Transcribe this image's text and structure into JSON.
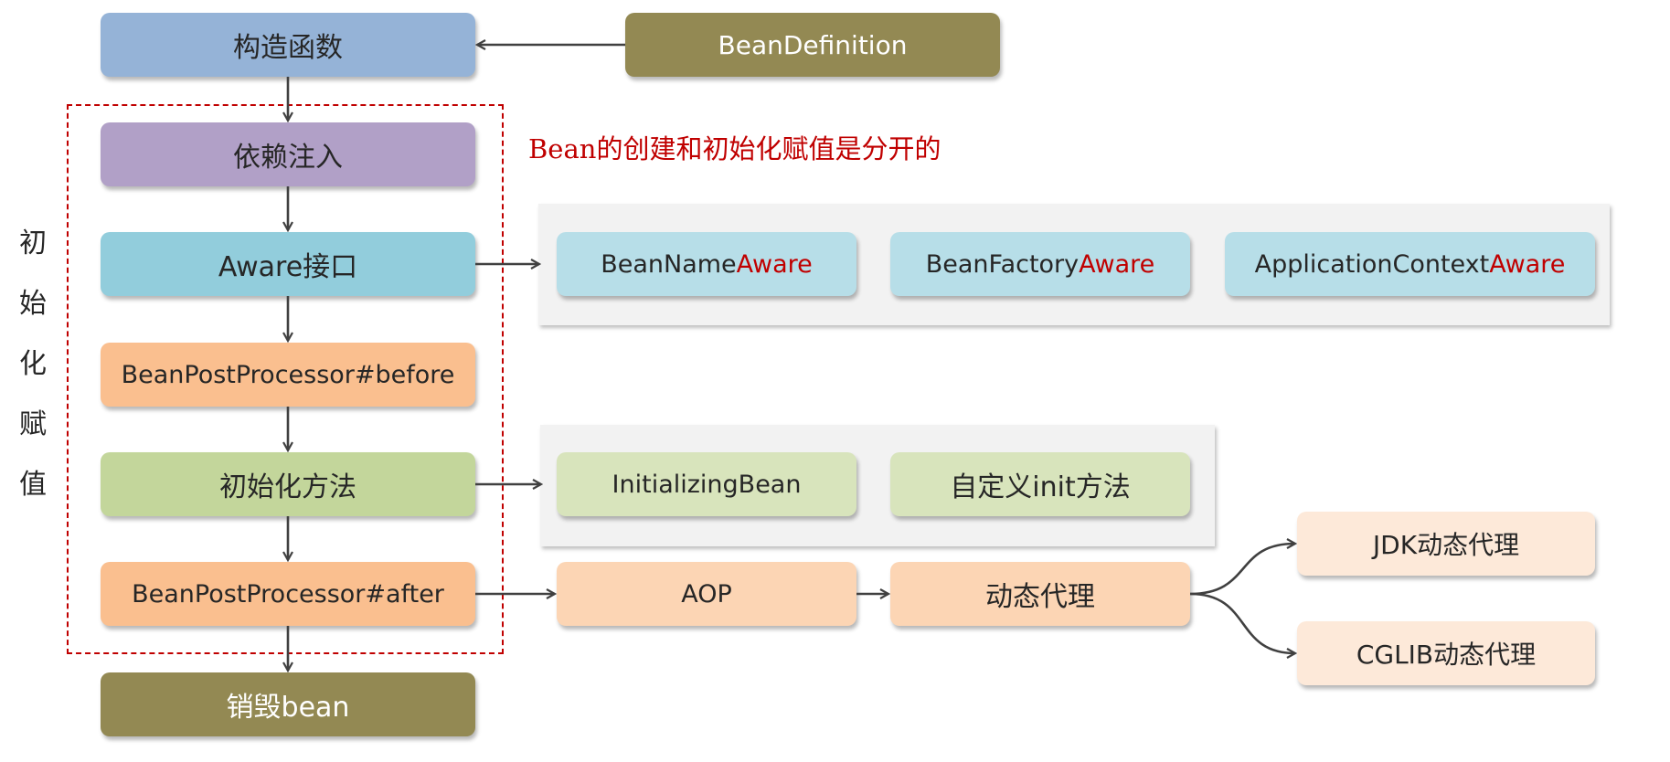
{
  "note": "Bean的创建和初始化赋值是分开的",
  "side_label": [
    "初",
    "始",
    "化",
    "赋",
    "值"
  ],
  "steps": {
    "constructor": "构造函数",
    "bean_definition": "BeanDefinition",
    "dependency_injection": "依赖注入",
    "aware_interface": "Aware接口",
    "post_processor_before": "BeanPostProcessor#before",
    "init_method": "初始化方法",
    "post_processor_after": "BeanPostProcessor#after",
    "destroy": "销毁bean"
  },
  "aware": {
    "bean_name": {
      "prefix": "BeanName",
      "suffix": "Aware"
    },
    "bean_factory": {
      "prefix": "BeanFactory",
      "suffix": "Aware"
    },
    "application_context": {
      "prefix": "ApplicationContext",
      "suffix": "Aware"
    }
  },
  "init": {
    "initializing_bean": "InitializingBean",
    "custom_init": "自定义init方法"
  },
  "aop": {
    "aop": "AOP",
    "dynamic_proxy": "动态代理",
    "jdk_proxy": "JDK动态代理",
    "cglib_proxy": "CGLIB动态代理"
  },
  "colors": {
    "dashed_border": "#c00000",
    "arrow": "#404040"
  }
}
